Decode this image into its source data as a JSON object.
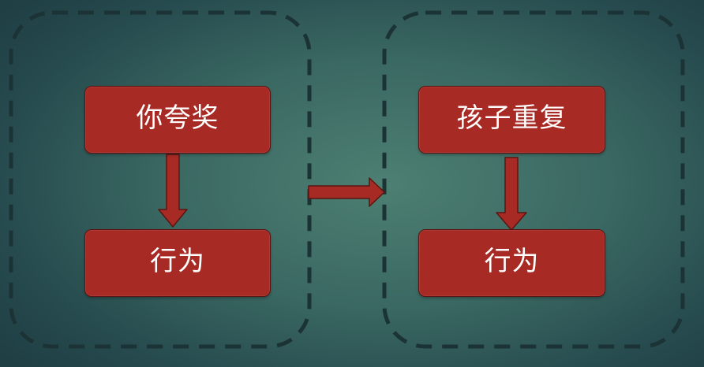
{
  "left_group": {
    "top_box": "你夸奖",
    "bottom_box": "行为"
  },
  "right_group": {
    "top_box": "孩子重复",
    "bottom_box": "行为"
  },
  "colors": {
    "box_fill": "#a82a24",
    "box_border": "#5a1512",
    "dash_border": "#1c3336",
    "background_center": "#4d7f72",
    "background_edge": "#1f3f45",
    "text": "#ffffff"
  }
}
